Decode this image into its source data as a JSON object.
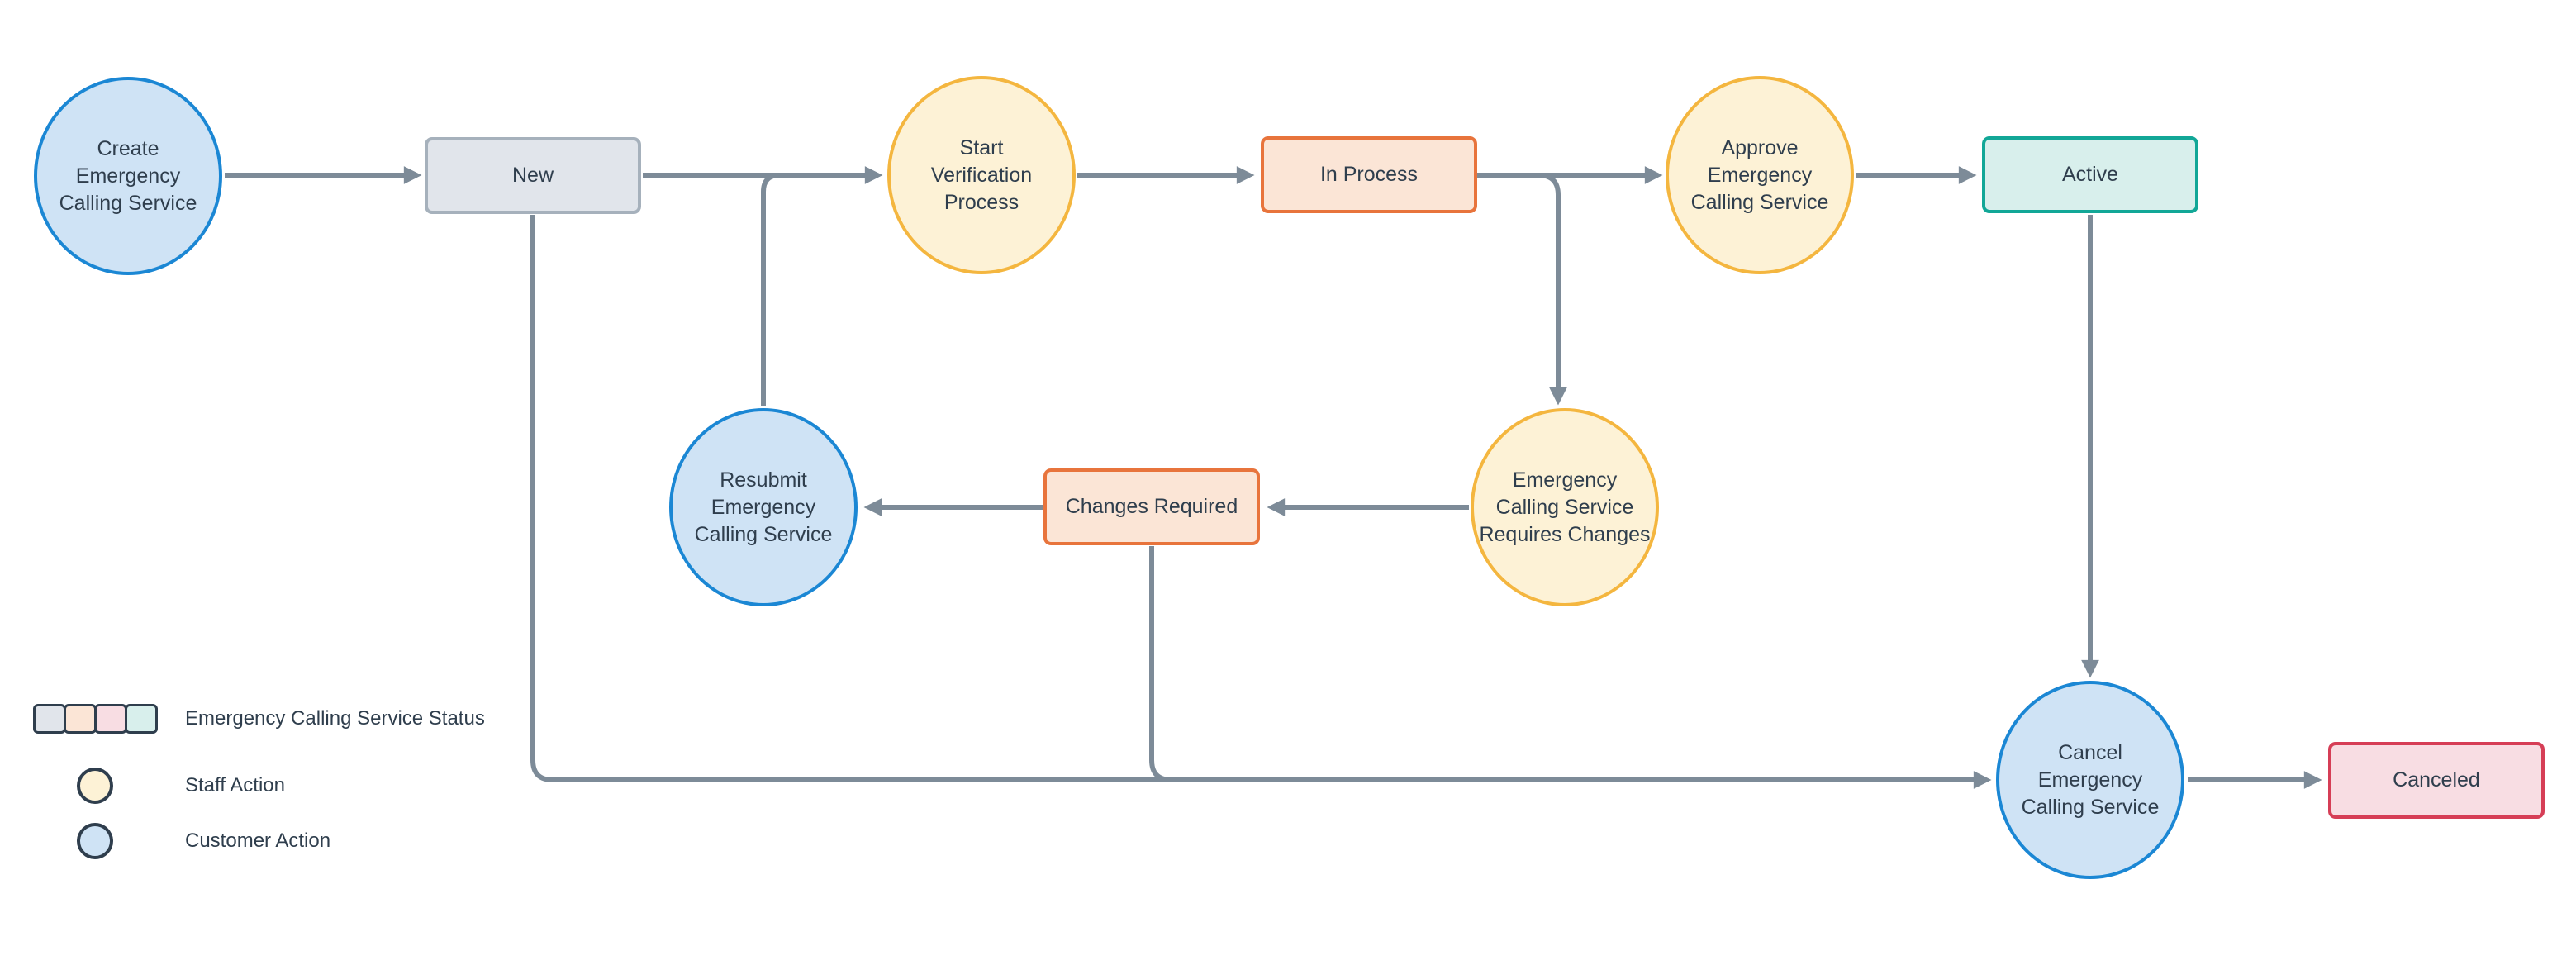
{
  "nodes": {
    "create": {
      "label": "Create\nEmergency\nCalling Service",
      "kind": "customer-action"
    },
    "new": {
      "label": "New",
      "kind": "status"
    },
    "start_verification": {
      "label": "Start\nVerification\nProcess",
      "kind": "staff-action"
    },
    "in_process": {
      "label": "In Process",
      "kind": "status"
    },
    "approve": {
      "label": "Approve\nEmergency\nCalling Service",
      "kind": "staff-action"
    },
    "active": {
      "label": "Active",
      "kind": "status"
    },
    "requires_changes": {
      "label": "Emergency\nCalling Service\nRequires Changes",
      "kind": "staff-action"
    },
    "changes_required": {
      "label": "Changes Required",
      "kind": "status"
    },
    "resubmit": {
      "label": "Resubmit\nEmergency\nCalling Service",
      "kind": "customer-action"
    },
    "cancel": {
      "label": "Cancel\nEmergency\nCalling Service",
      "kind": "customer-action"
    },
    "canceled": {
      "label": "Canceled",
      "kind": "status"
    }
  },
  "edges": [
    {
      "from": "create",
      "to": "new"
    },
    {
      "from": "new",
      "to": "start_verification"
    },
    {
      "from": "resubmit",
      "to": "start_verification"
    },
    {
      "from": "start_verification",
      "to": "in_process"
    },
    {
      "from": "in_process",
      "to": "approve"
    },
    {
      "from": "in_process",
      "to": "requires_changes"
    },
    {
      "from": "approve",
      "to": "active"
    },
    {
      "from": "requires_changes",
      "to": "changes_required"
    },
    {
      "from": "changes_required",
      "to": "resubmit"
    },
    {
      "from": "new",
      "to": "cancel"
    },
    {
      "from": "changes_required",
      "to": "cancel"
    },
    {
      "from": "active",
      "to": "cancel"
    },
    {
      "from": "cancel",
      "to": "canceled"
    }
  ],
  "legend": {
    "status_label": "Emergency Calling Service Status",
    "staff_label": "Staff Action",
    "customer_label": "Customer Action"
  },
  "colors": {
    "customer_action_fill": "#cfe3f5",
    "customer_action_border": "#1b87d4",
    "staff_action_fill": "#fdf2d6",
    "staff_action_border": "#f4b63f",
    "status_new_fill": "#e1e5eb",
    "status_new_border": "#a6b1bc",
    "status_in_process_fill": "#fbe5d6",
    "status_in_process_border": "#e8743c",
    "status_active_fill": "#d8efec",
    "status_active_border": "#12a797",
    "status_canceled_fill": "#f8dde3",
    "status_canceled_border": "#d63e56",
    "connector": "#7d8b98",
    "text": "#2f3e4d"
  }
}
